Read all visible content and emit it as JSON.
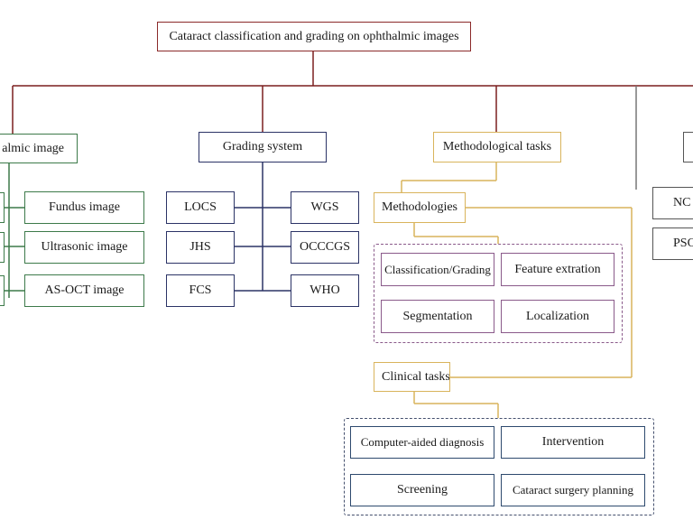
{
  "diagram": {
    "root": "Cataract classification and grading on ophthalmic images",
    "ophthalmic": {
      "title": "almic image",
      "items": [
        "Fundus image",
        "Ultrasonic image",
        "AS-OCT image"
      ]
    },
    "grading": {
      "title": "Grading system",
      "left": [
        "LOCS",
        "JHS",
        "FCS"
      ],
      "right": [
        "WGS",
        "OCCCGS",
        "WHO"
      ]
    },
    "methodological": {
      "title": "Methodological tasks",
      "methodologies": {
        "title": "Methodologies",
        "items": [
          "Classification/Grading",
          "Feature extration",
          "Segmentation",
          "Localization"
        ]
      },
      "clinical": {
        "title": "Clinical tasks",
        "items": [
          "Computer-aided diagnosis",
          "Intervention",
          "Screening",
          "Cataract surgery planning"
        ]
      }
    },
    "right_partial": [
      "NC",
      "PSC"
    ]
  }
}
